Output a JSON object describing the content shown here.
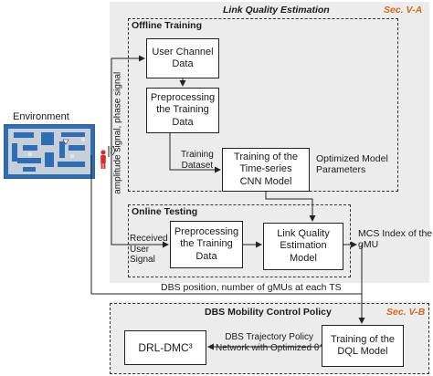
{
  "sections": {
    "link_quality": {
      "title": "Link Quality Estimation",
      "sec_label": "Sec. V-A"
    },
    "offline": {
      "title": "Offline Training"
    },
    "online": {
      "title": "Online Testing"
    },
    "dbs": {
      "title": "DBS Mobility Control Policy",
      "sec_label": "Sec. V-B"
    }
  },
  "environment": {
    "label": "Environment"
  },
  "boxes": {
    "user_channel": "User Channel\nData",
    "preprocess_train": "Preprocessing\nthe Training\nData",
    "training_cnn": "Training of the\nTime-series\nCNN Model",
    "preprocess_test": "Preprocessing\nthe Training\nData",
    "link_quality_model": "Link Quality\nEstimation\nModel",
    "dql_training": "Training of the\nDQL Model",
    "drl_dmc": "DRL-DMC³"
  },
  "labels": {
    "amplitude_signal": "amplitude signal, phase signal",
    "training_dataset": "Training\nDataset",
    "optimized_params": "Optimized Model\nParameters",
    "received_signal": "Received\nUser\nSignal",
    "mcs_index": "MCS Index of the\ngMU",
    "dbs_position": "DBS position, number of gMUs at each TS",
    "dbs_policy": "DBS Trajectory Policy\nNetwork with Optimized θ*"
  },
  "colors": {
    "accent": "#d2691e",
    "panel": "#ececec",
    "grid_blue": "#2f6db5"
  }
}
